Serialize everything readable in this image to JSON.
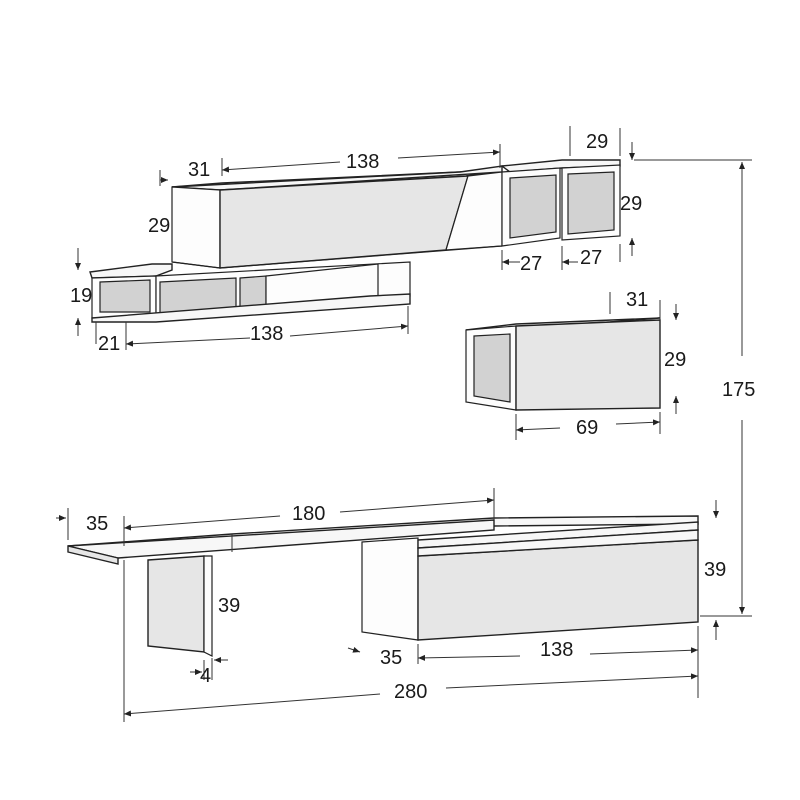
{
  "diagram": {
    "dimensions": {
      "upper_top_depth": "31",
      "upper_width": "138",
      "cube_depth": "29",
      "upper_height": "29",
      "cube_height": "29",
      "cube_width_a": "27",
      "cube_width_b": "27",
      "lower_shelf_height": "19",
      "lower_shelf_depth": "21",
      "lower_shelf_width": "138",
      "box_depth": "31",
      "box_height": "29",
      "box_width": "69",
      "total_height": "175",
      "desk_depth": "35",
      "desk_width": "180",
      "leg_height": "39",
      "leg_thickness": "4",
      "base_depth": "35",
      "base_width": "138",
      "base_height": "39",
      "total_width": "280"
    }
  }
}
